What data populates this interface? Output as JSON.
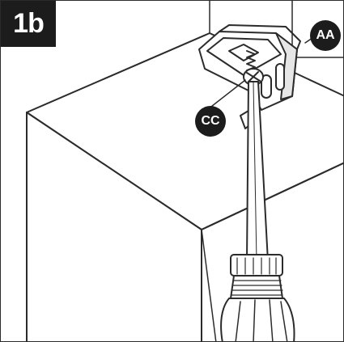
{
  "step_label": "1b",
  "callouts": {
    "bracket": "AA",
    "screw": "CC"
  },
  "colors": {
    "ink": "#1c1c1c",
    "line": "#2b2b2b",
    "paper": "#ffffff",
    "shade": "#e6e6e6"
  },
  "icons": {
    "screwdriver": "screwdriver-icon",
    "bracket": "mounting-bracket-icon"
  }
}
